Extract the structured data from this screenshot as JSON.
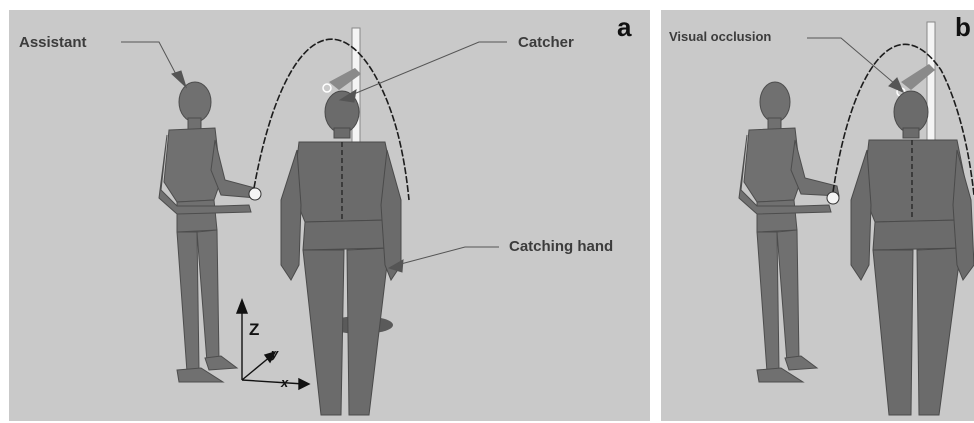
{
  "panels": [
    {
      "letter": "a",
      "labels": {
        "assistant": "Assistant",
        "catcher": "Catcher",
        "catching_hand": "Catching hand"
      },
      "axes": {
        "z": "Z",
        "y": "y",
        "x": "x"
      }
    },
    {
      "letter": "b",
      "labels": {
        "visual_occlusion": "Visual occlusion"
      }
    }
  ],
  "colors": {
    "background": "#c9c9c9",
    "figure": "#6f6f6f",
    "figure_dark": "#505050",
    "label_text": "#3c3c3c",
    "pointer_line": "#555555"
  }
}
